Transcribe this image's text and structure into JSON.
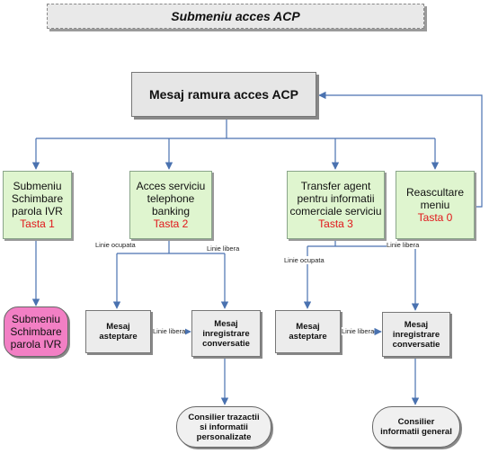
{
  "title": "Submeniu acces ACP",
  "main": "Mesaj ramura acces ACP",
  "branches": [
    {
      "lines": [
        "Submeniu",
        "Schimbare",
        "parola IVR"
      ],
      "key": "Tasta 1"
    },
    {
      "lines": [
        "Acces serviciu",
        "telephone",
        "banking"
      ],
      "key": "Tasta 2"
    },
    {
      "lines": [
        "Transfer agent",
        "pentru informatii",
        "comerciale serviciu"
      ],
      "key": "Tasta 3"
    },
    {
      "lines": [
        "Reascultare",
        "meniu"
      ],
      "key": "Tasta 0"
    }
  ],
  "terminal_pink": [
    "Submeniu",
    "Schimbare",
    "parola IVR"
  ],
  "mesaj_asteptare": [
    "Mesaj",
    "asteptare"
  ],
  "mesaj_inregistrare": [
    "Mesaj",
    "inregistrare",
    "conversatie"
  ],
  "consilier_1": [
    "Consilier trazactii",
    "si informatii",
    "personalizate"
  ],
  "consilier_2": [
    "Consilier",
    "informatii general"
  ],
  "edge_labels": {
    "busy": "Linie ocupata",
    "free": "Linie libera"
  },
  "colors": {
    "connector": "#4a72b0",
    "key_text": "#e1161a",
    "green_fill": "#dff5cf",
    "pink_fill": "#f27fc4"
  }
}
